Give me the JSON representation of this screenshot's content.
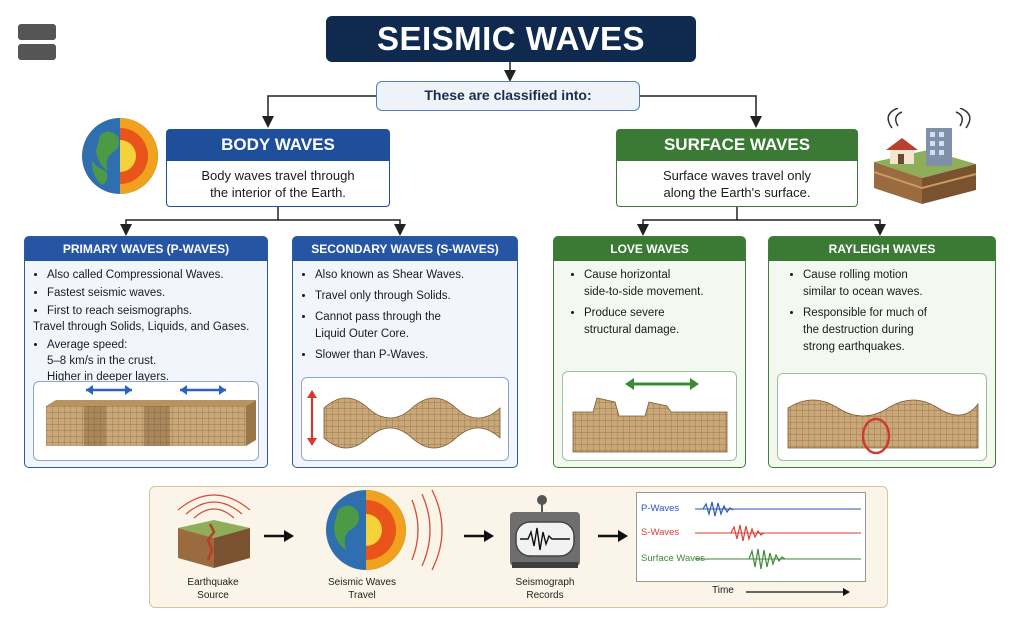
{
  "title": "SEISMIC WAVES",
  "classify_label": "These are classified into:",
  "body_waves": {
    "title": "BODY WAVES",
    "description_lines": [
      "Body waves travel through",
      "the interior of the Earth."
    ]
  },
  "surface_waves": {
    "title": "SURFACE WAVES",
    "description_lines": [
      "Surface waves travel only",
      "along the Earth's surface."
    ]
  },
  "primary": {
    "title": "PRIMARY WAVES (P-WAVES)",
    "bullets": [
      [
        "Also called Compressional Waves."
      ],
      [
        "Fastest seismic waves."
      ],
      [
        "First to reach seismographs.",
        "Travel through Solids, Liquids, and Gases."
      ],
      [
        "Average speed:",
        "5–8 km/s in the crust.",
        "Higher in deeper layers."
      ]
    ]
  },
  "secondary": {
    "title": "SECONDARY WAVES (S-WAVES)",
    "bullets": [
      [
        "Also known as Shear Waves."
      ],
      [
        "Travel only through Solids."
      ],
      [
        "Cannot pass through the",
        "Liquid Outer Core."
      ],
      [
        "Slower than P-Waves."
      ]
    ]
  },
  "love": {
    "title": "LOVE WAVES",
    "bullets": [
      [
        "Cause horizontal",
        "side-to-side movement."
      ],
      [
        "Produce severe",
        "structural damage."
      ]
    ]
  },
  "rayleigh": {
    "title": "RAYLEIGH WAVES",
    "bullets": [
      [
        "Cause rolling motion",
        "similar to ocean waves."
      ],
      [
        "Responsible for much of",
        "the destruction during",
        "strong earthquakes."
      ]
    ]
  },
  "process": {
    "steps": [
      [
        "Earthquake",
        "Source"
      ],
      [
        "Seismic Waves",
        "Travel"
      ],
      [
        "Seismograph",
        "Records"
      ]
    ],
    "legend": {
      "p": "P-Waves",
      "s": "S-Waves",
      "surface": "Surface Waves",
      "time": "Time"
    }
  },
  "colors": {
    "navy": "#10294f",
    "body_blue": "#1f4f9a",
    "surface_green": "#3a7a35",
    "p_wave": "#2b56b8",
    "s_wave": "#d8403a",
    "surface_wave": "#3f8a3a"
  },
  "icons": [
    "menu-icon",
    "earth-cross-section-icon",
    "building-ground-icon",
    "seismograph-icon"
  ]
}
